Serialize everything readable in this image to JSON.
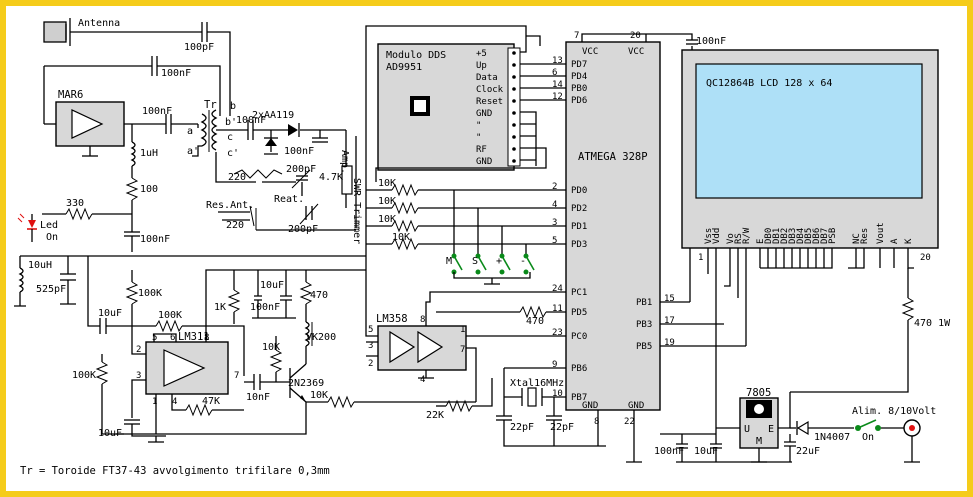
{
  "labels": {
    "antenna": "Antenna",
    "c_100pF_top": "100pF",
    "c_100nF_top": "100nF",
    "c_100nF_vcc": "100nF",
    "mar6": "MAR6",
    "c_100nF_mar": "100nF",
    "tr": "Tr",
    "tap_a": "a",
    "tap_a2": "a'",
    "tap_b": "b",
    "tap_b2": "b'",
    "tap_c": "c",
    "tap_c2": "c'",
    "c_100nF_b": "100nF",
    "diodes": "2xAA119",
    "c_100nF_d": "100nF",
    "amp": "Amp.",
    "swr": "SWR Trimmer",
    "r_4k7": "4.7K",
    "c_200pF_1": "200pF",
    "c_200pF_2": "200pF",
    "reat": "Reat.",
    "res_ant": "Res.Ant.",
    "r_220_1": "220",
    "r_220_2": "220",
    "l_1uH": "1uH",
    "r_100": "100",
    "r_330": "330",
    "led": "Led",
    "led_on": "On",
    "c_100nF_led": "100nF",
    "l_10uH": "10uH",
    "c_525pF": "525pF",
    "r_100K_a": "100K",
    "c_10uF_a": "10uF",
    "r_100K_b": "100K",
    "r_100K_c": "100K",
    "lm311": "LM311",
    "pin2": "2",
    "pin3": "3",
    "pin5": "5",
    "pin6": "6",
    "pin7": "7",
    "pin8": "8",
    "pin1": "1",
    "pin4": "4",
    "r_47K": "47K",
    "c_10uF_b": "10uF",
    "r_1K": "1K",
    "c_10uF_c": "10uF",
    "c_100nF_e": "100nF",
    "r_470_a": "470",
    "vk200": "VK200",
    "r_10K_q": "10K",
    "q": "2N2369",
    "c_10nF": "10nF",
    "r_10K_b": "10K",
    "lm358": "LM358",
    "r_470_b": "470",
    "r_22K": "22K",
    "xtal": "Xtal16MHz",
    "c_22pF_1": "22pF",
    "c_22pF_2": "22pF",
    "dds_title": "Modulo DDS",
    "dds_model": "AD9951",
    "mcu": "ATMEGA 328P",
    "vcc1": "VCC",
    "vcc2": "VCC",
    "gnd1": "GND",
    "gnd2": "GND",
    "lcd": "QC12864B  LCD 128 x 64",
    "r_10K_1": "10K",
    "r_10K_2": "10K",
    "r_10K_3": "10K",
    "r_10K_4": "10K",
    "sw_m": "M",
    "sw_s": "S",
    "sw_p": "+",
    "sw_m2": "-",
    "reg": "7805",
    "reg_u": "U",
    "reg_e": "E",
    "reg_m": "M",
    "d_1n4007": "1N4007",
    "sw_on": "On",
    "alim": "Alim. 8/10Volt",
    "c_100nF_f": "100nF",
    "c_10uF_d": "10uF",
    "c_22uF": "22uF",
    "r_470_1W": "470 1W",
    "lcd_pin1": "1",
    "lcd_pin20": "20",
    "footer": "Tr = Toroide FT37-43 avvolgimento trifilare 0,3mm"
  },
  "dds_pins": [
    "+5",
    "Up",
    "Data",
    "Clock",
    "Reset",
    "GND",
    "\"",
    "\"",
    "RF",
    "GND"
  ],
  "mcu_left_pins": [
    {
      "num": "7",
      "name": "VCC"
    },
    {
      "num": "13",
      "name": "PD7"
    },
    {
      "num": "6",
      "name": "PD4"
    },
    {
      "num": "14",
      "name": "PB0"
    },
    {
      "num": "12",
      "name": "PD6"
    },
    {
      "num": "2",
      "name": "PD0"
    },
    {
      "num": "4",
      "name": "PD2"
    },
    {
      "num": "3",
      "name": "PD1"
    },
    {
      "num": "5",
      "name": "PD3"
    },
    {
      "num": "24",
      "name": "PC1"
    },
    {
      "num": "11",
      "name": "PD5"
    },
    {
      "num": "23",
      "name": "PC0"
    },
    {
      "num": "9",
      "name": "PB6"
    },
    {
      "num": "10",
      "name": "PB7"
    }
  ],
  "mcu_right_pins": [
    {
      "num": "20",
      "name": "VCC"
    },
    {
      "num": "15",
      "name": "PB1"
    },
    {
      "num": "17",
      "name": "PB3"
    },
    {
      "num": "19",
      "name": "PB5"
    }
  ],
  "mcu_bottom_pins": [
    {
      "num": "8"
    },
    {
      "num": "22"
    }
  ],
  "lcd_pins": [
    "Vss",
    "Vdd",
    "Vo",
    "RS",
    "R/W",
    "E",
    "DB0",
    "DB1",
    "DB2",
    "DB3",
    "DB4",
    "DB5",
    "DB6",
    "DB7",
    "PSB",
    "NC",
    "Res",
    "Vout",
    "A",
    "K"
  ],
  "colors": {
    "frame": "#f5cc1a",
    "lcd_screen": "#aee0f7",
    "chip_fill": "#d8d8d8",
    "led": "#e01010",
    "conn_fill": "#ffffff"
  }
}
